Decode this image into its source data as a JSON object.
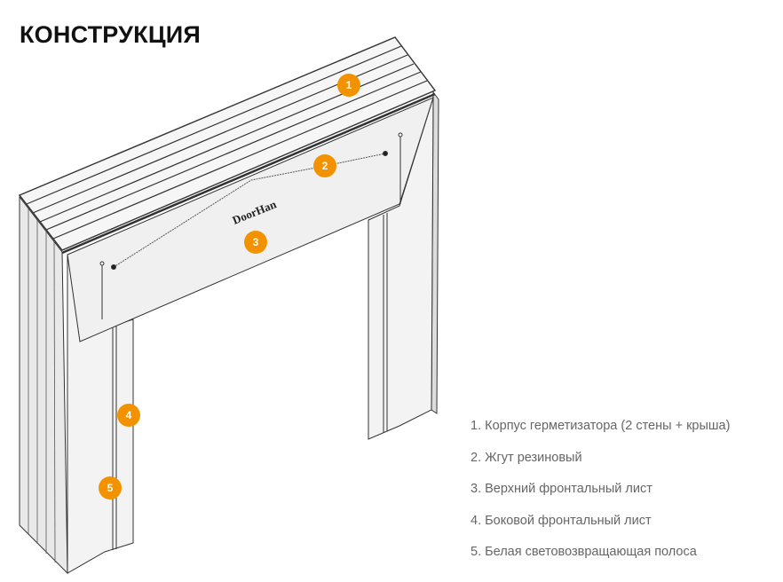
{
  "title": "КОНСТРУКЦИЯ",
  "logo": "DoorHan",
  "accent_color": "#f39200",
  "markers": [
    "1",
    "2",
    "3",
    "4",
    "5"
  ],
  "legend": [
    "1. Корпус герметизатора (2 стены + крыша)",
    "2. Жгут резиновый",
    "3. Верхний фронтальный лист",
    "4. Боковой фронтальный лист",
    "5. Белая световозвращающая полоса"
  ]
}
